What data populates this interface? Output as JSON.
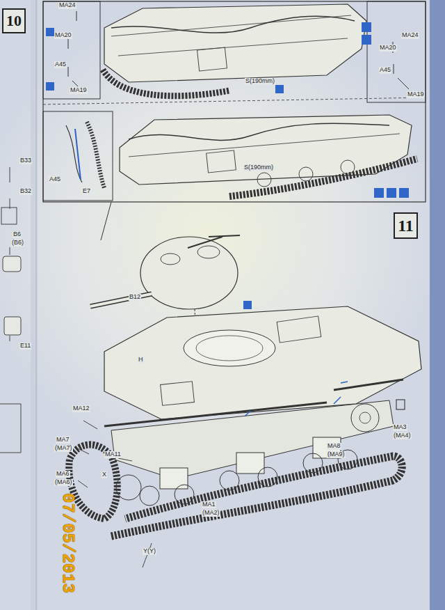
{
  "diagram": {
    "nodes": [
      {
        "text": [
          "10"
        ]
      },
      {
        "text": [
          "11"
        ]
      }
    ],
    "labels": [
      "MA24",
      "MA20",
      "A45",
      "MA19",
      "S(190mm)",
      "MA24",
      "MA20",
      "A45",
      "MA19",
      "S(190mm)",
      "A45",
      "E7",
      "B33",
      "B32",
      "B6",
      "(B6)",
      "E11",
      "B12",
      "H",
      "MA12",
      "MA7",
      "(MA7)",
      "MA11",
      "MA6",
      "(MA6)",
      "X",
      "MA1",
      "(MA2)",
      "MA8",
      "(MA9)",
      "MA3",
      "(MA4)",
      "Y(Y)",
      "07/05/2013"
    ]
  }
}
